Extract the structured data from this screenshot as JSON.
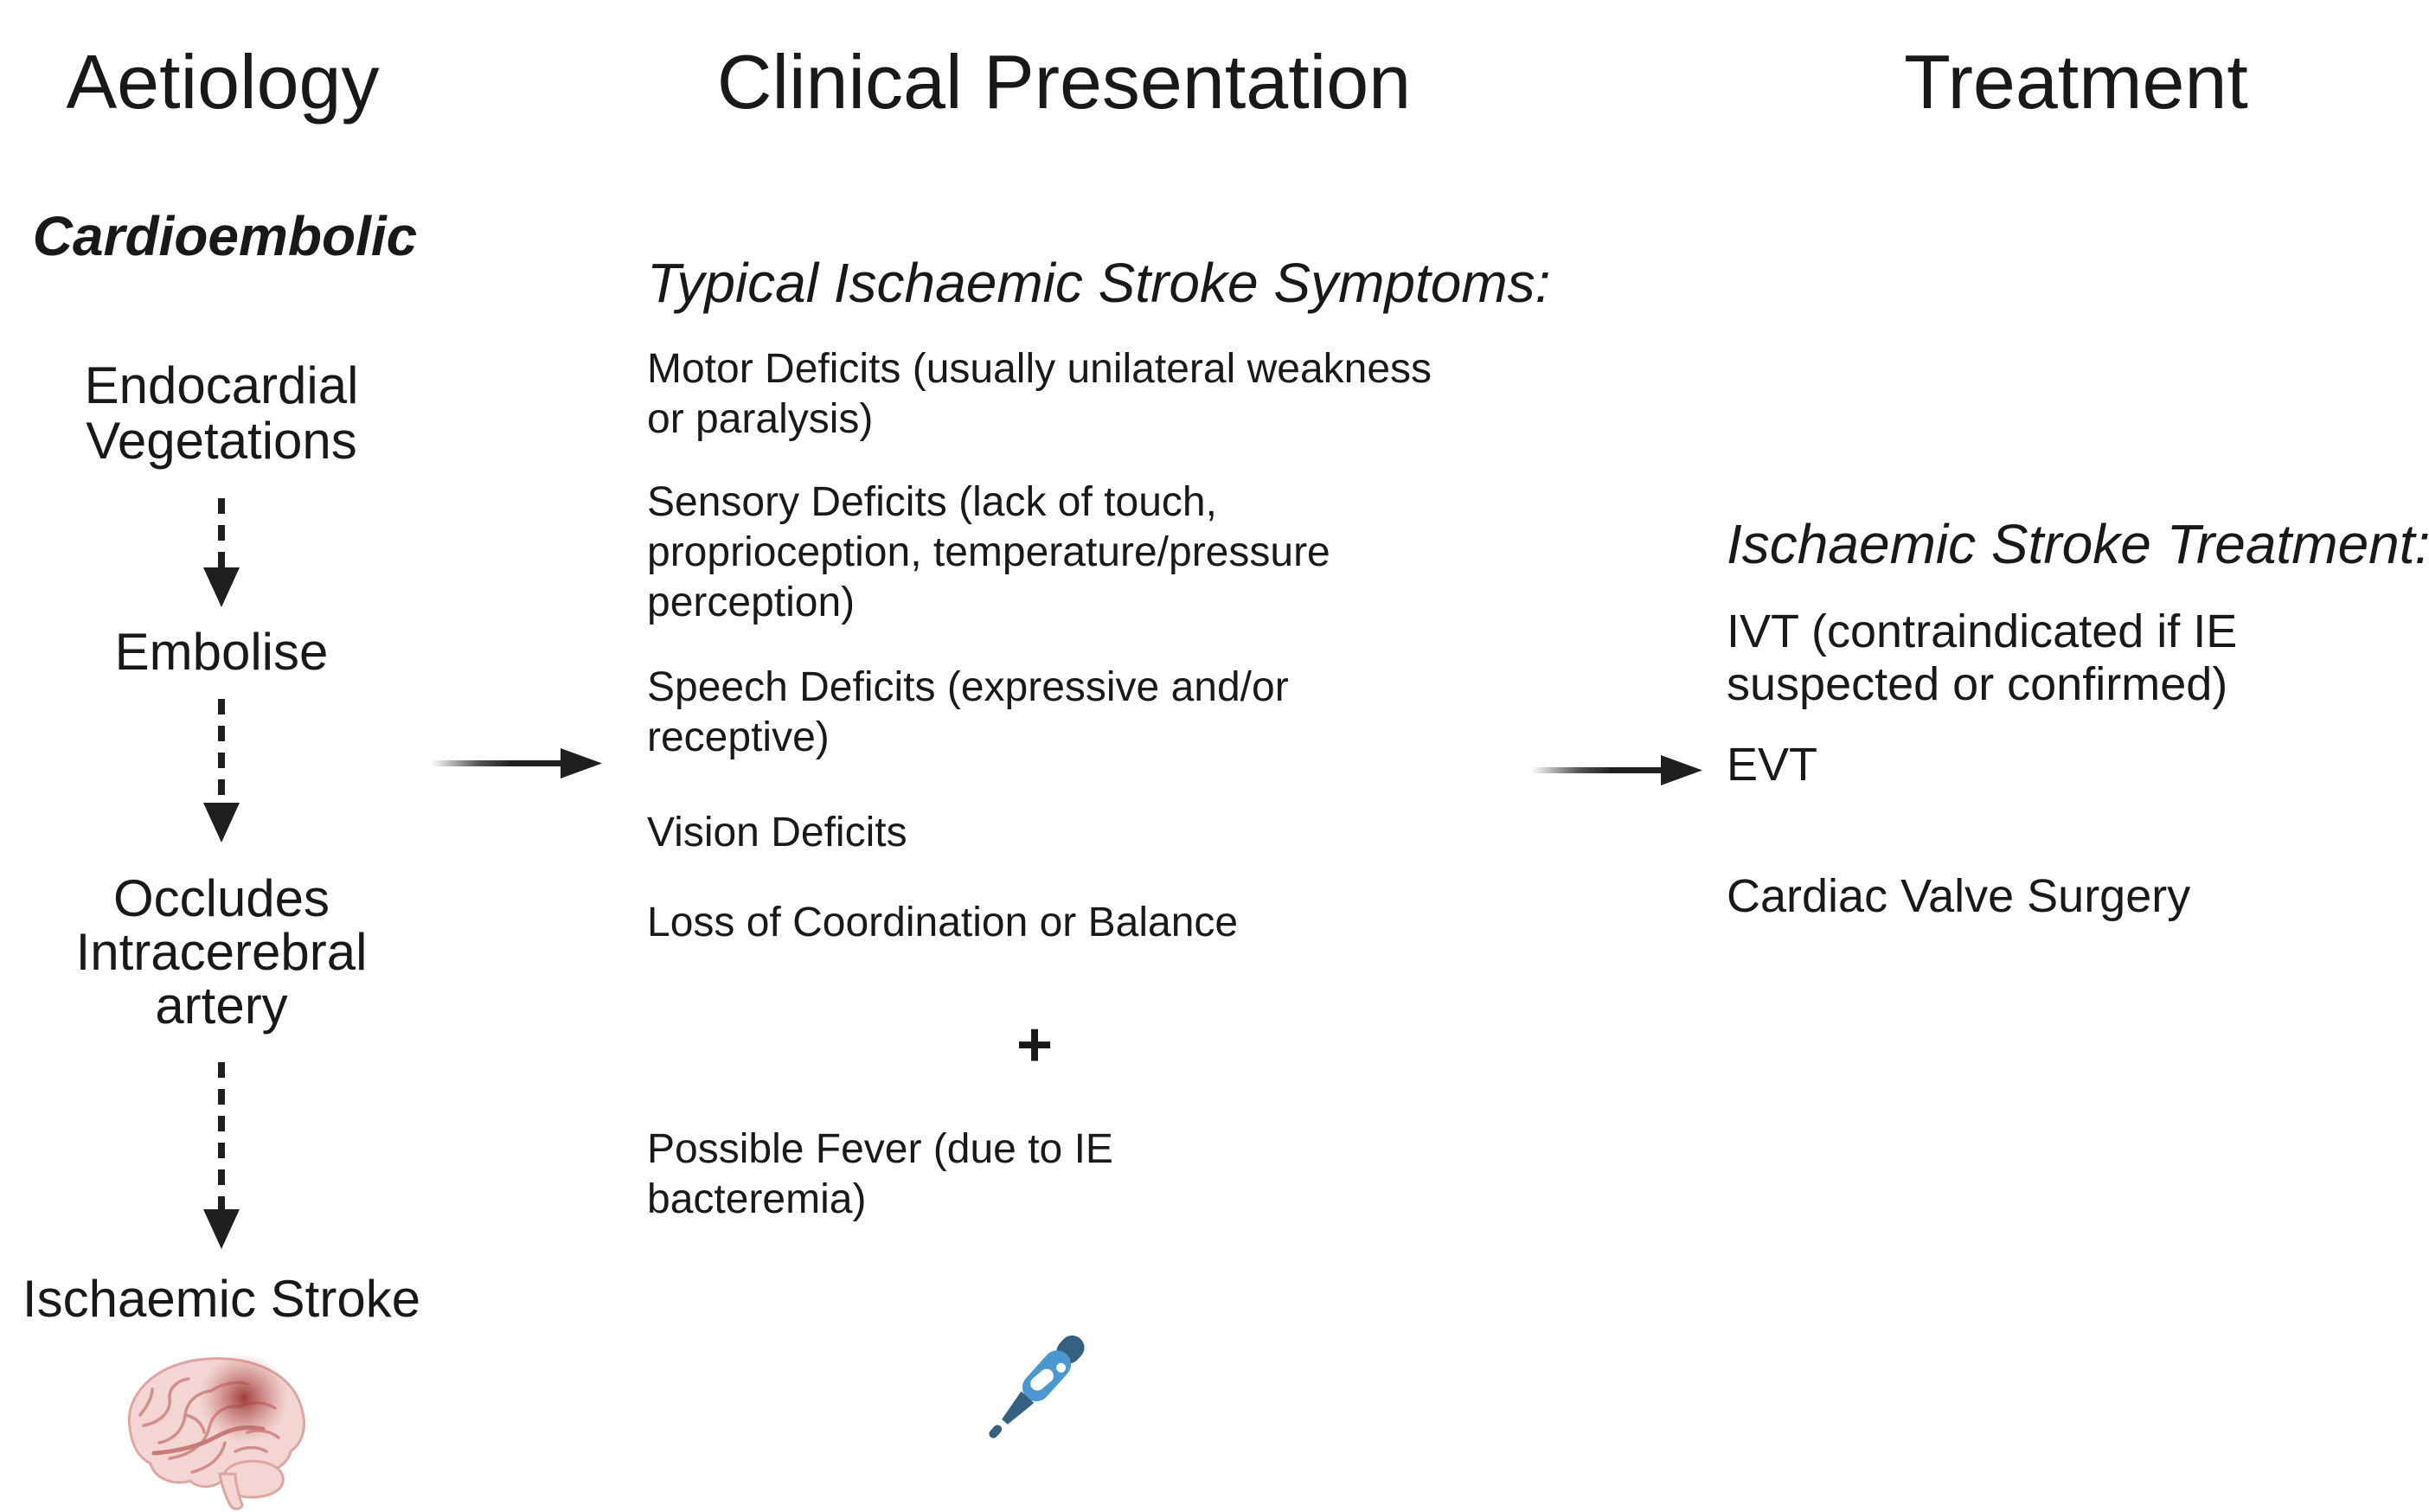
{
  "page": {
    "background": "#ffffff",
    "text_color": "#191919"
  },
  "headers": [
    {
      "label": "Aetiology"
    },
    {
      "label": "Clinical Presentation"
    },
    {
      "label": "Treatment"
    }
  ],
  "aetiology": {
    "category_label": "Cardioembolic",
    "nodes": [
      {
        "lines": [
          "Endocardial",
          "Vegetations"
        ]
      },
      {
        "lines": [
          "Embolise"
        ]
      },
      {
        "lines": [
          "Occludes",
          "Intracerebral",
          "artery"
        ]
      },
      {
        "lines": [
          "Ischaemic Stroke"
        ]
      }
    ],
    "brain_icon": "brain-with-infarct"
  },
  "clinical": {
    "heading": "Typical Ischaemic Stroke Symptoms:",
    "symptoms": [
      {
        "lines": [
          "Motor Deficits (usually unilateral weakness",
          "or paralysis)"
        ]
      },
      {
        "lines": [
          "Sensory Deficits (lack of touch,",
          "proprioception, temperature/pressure",
          "perception)"
        ]
      },
      {
        "lines": [
          "Speech Deficits (expressive and/or",
          "receptive)"
        ]
      },
      {
        "lines": [
          "Vision Deficits"
        ]
      },
      {
        "lines": [
          "Loss of Coordination or Balance"
        ]
      }
    ],
    "plus_sign": "+",
    "fever": {
      "lines": [
        "Possible Fever (due to IE",
        "bacteremia)"
      ]
    },
    "thermometer_icon": "digital-thermometer"
  },
  "treatment": {
    "heading": "Ischaemic Stroke Treatment:",
    "options": [
      {
        "lines": [
          "IVT (contraindicated if IE",
          "suspected or confirmed)"
        ]
      },
      {
        "lines": [
          "EVT"
        ]
      },
      {
        "lines": [
          "Cardiac Valve Surgery"
        ]
      }
    ]
  },
  "colors": {
    "text": "#191919",
    "arrow": "#1f1f1f",
    "thermometer_blue": "#4b97cf",
    "thermometer_navy": "#36607f",
    "brain_fill": "#f3d5d3",
    "brain_stroke": "#d28e8b",
    "infarct_red": "#a04340"
  }
}
